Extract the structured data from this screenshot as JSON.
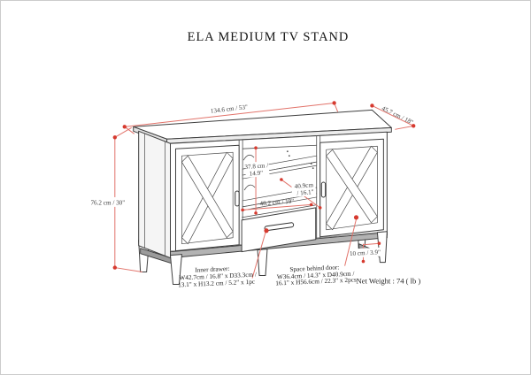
{
  "page": {
    "title": "ELA MEDIUM TV STAND"
  },
  "dimensions": {
    "overall_width": "134.6 cm / 53\"",
    "overall_depth": "45.7 cm / 18\"",
    "overall_height": "76.2 cm / 30\"",
    "opening_height_l1": "37.8 cm /",
    "opening_height_l2": "14.9\"",
    "shelf_depth_l1": "40.9cm",
    "shelf_depth_l2": "/ 16.1\"",
    "opening_width": "48.2 cm / 19\"",
    "leg_height": "10 cm / 3.9\""
  },
  "notes": {
    "inner_drawer_title": "Inner drawer:",
    "inner_drawer_l1": "W42.7cm / 16.8\" x D33.3cm /",
    "inner_drawer_l2": "13.1\" x H13.2 cm / 5.2\" x 1pc",
    "space_behind_door_title": "Space behind door:",
    "space_behind_door_l1": "W36.4cm / 14.3\" x D40.9cm /",
    "space_behind_door_l2": "16.1\" x H56.6cm / 22.3\" x 2pcs",
    "net_weight": "Net Weight : 74 ( lb )"
  },
  "colors": {
    "dimension_line": "#e2736a",
    "dimension_marker": "#d63a2f",
    "linework": "#3f3f3f"
  }
}
